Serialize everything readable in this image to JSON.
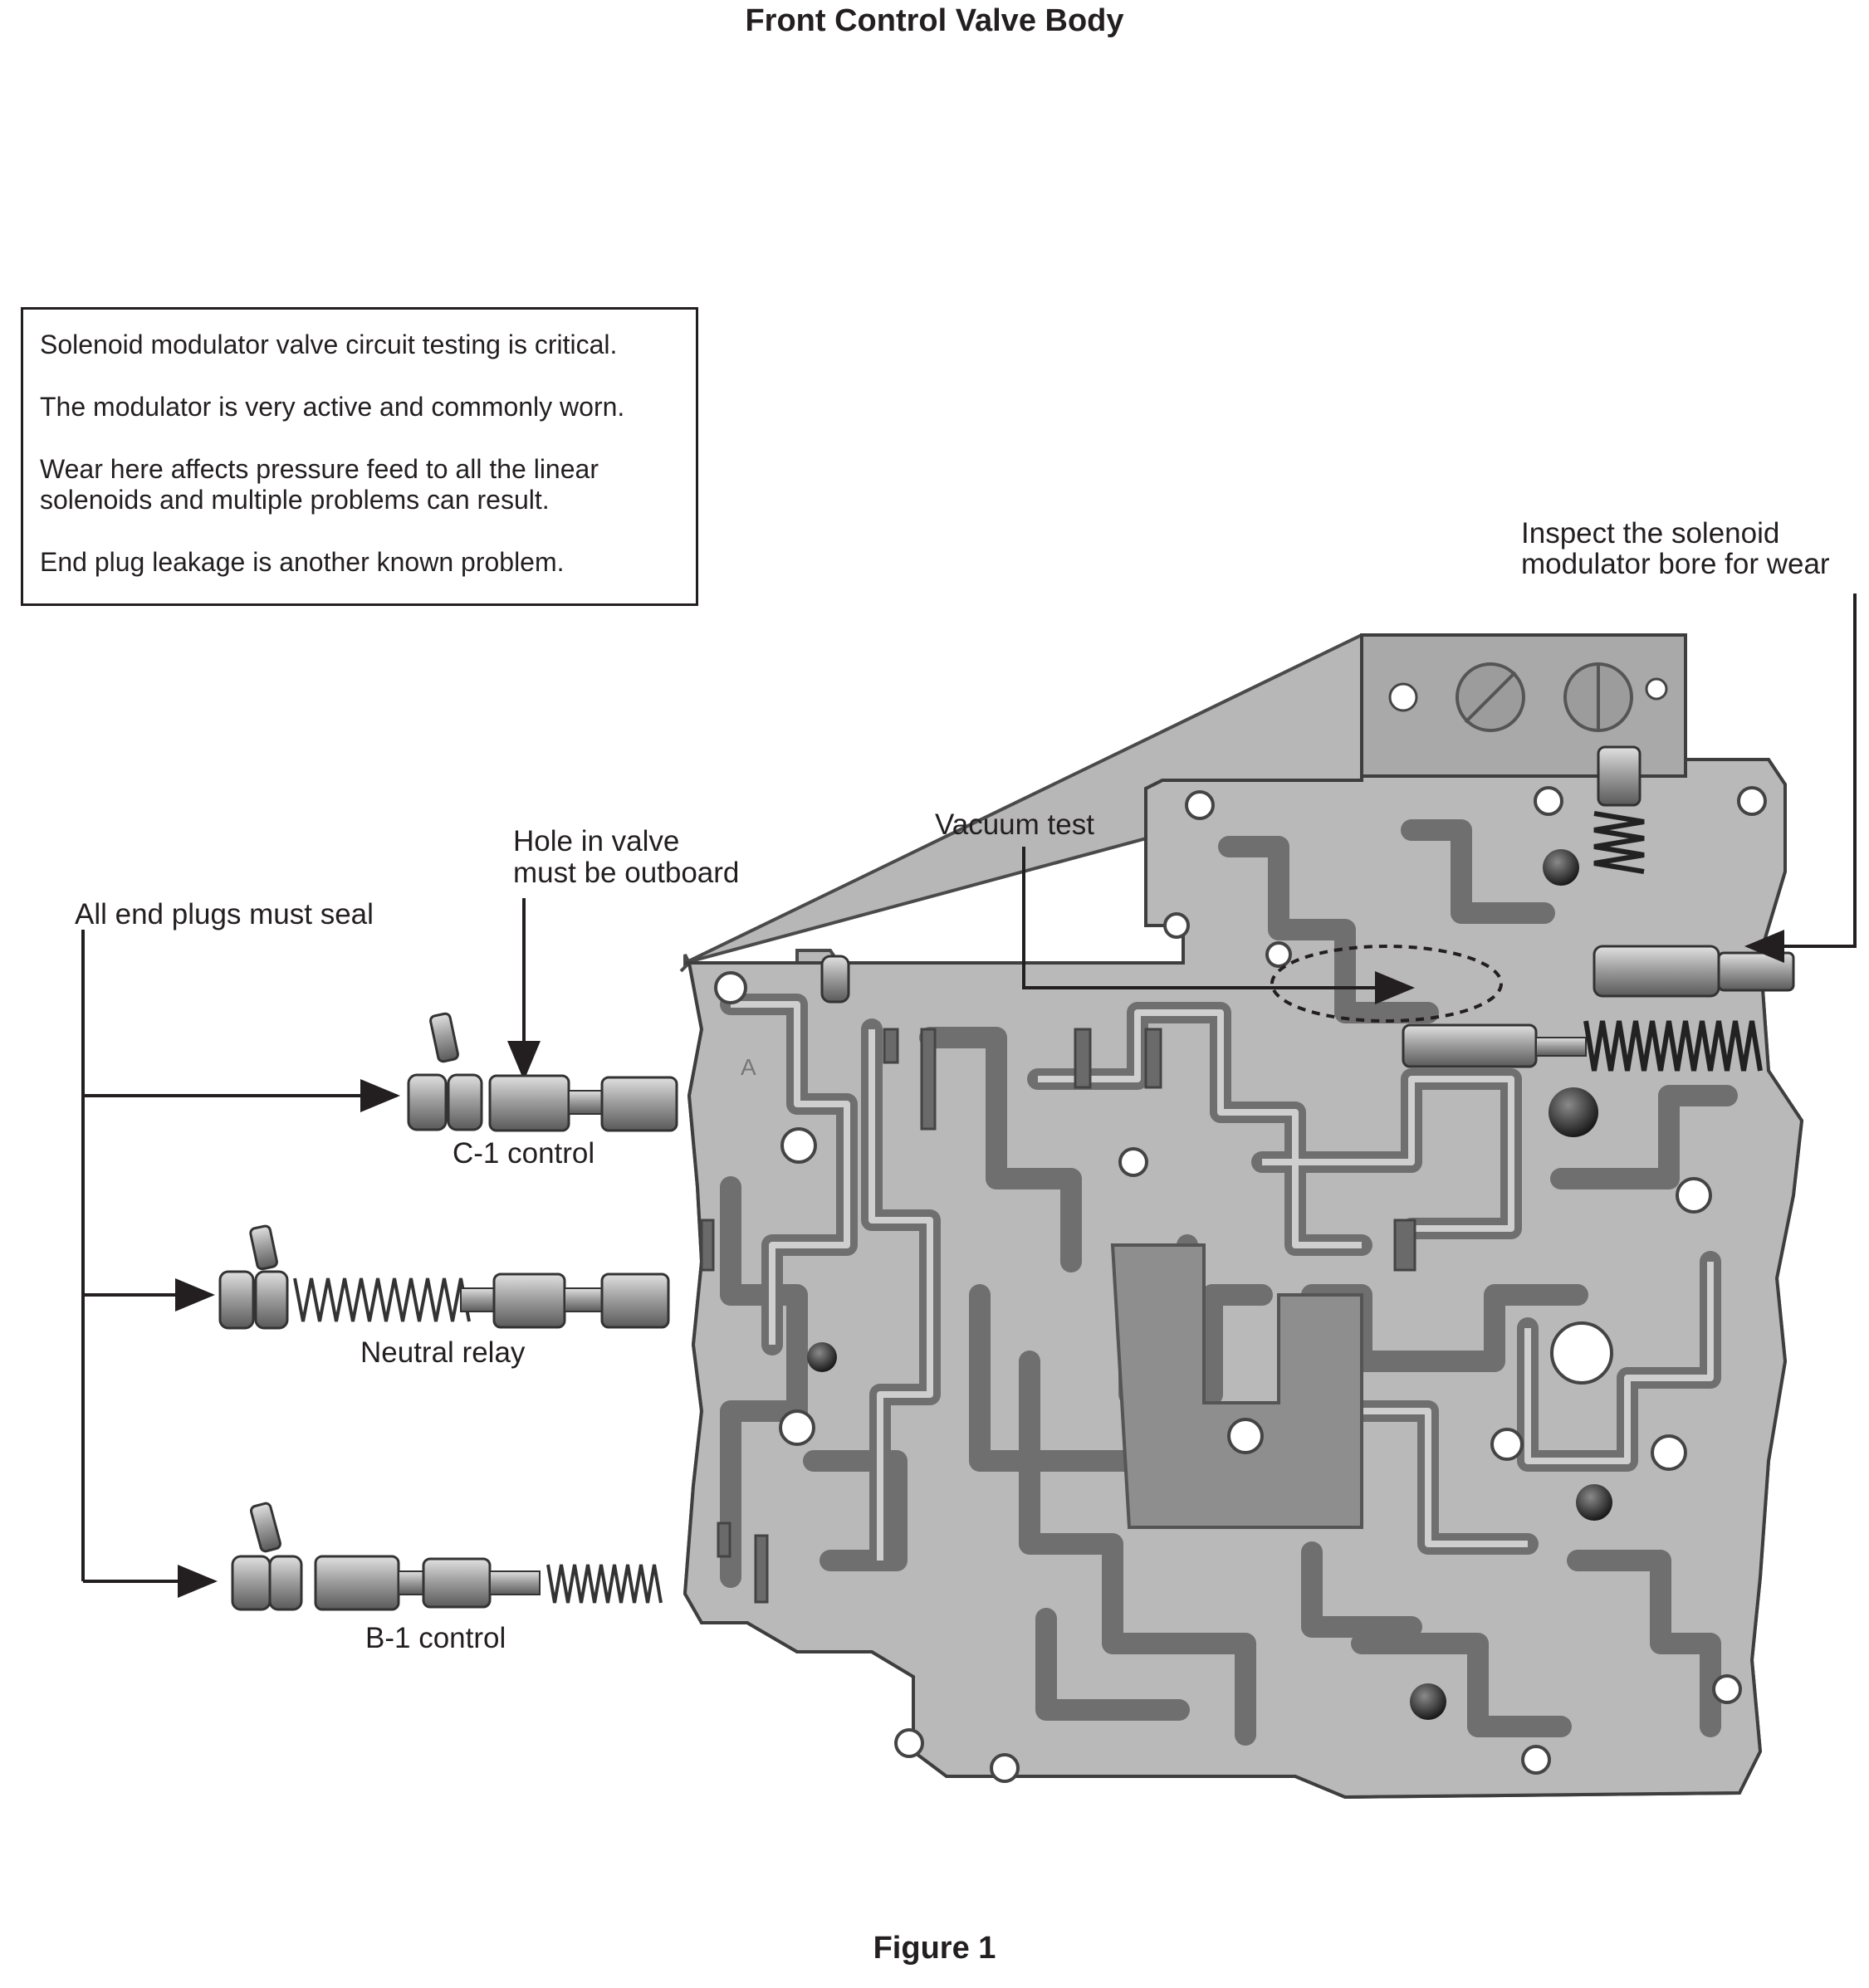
{
  "title": "Front Control Valve Body",
  "figure_caption": "Figure 1",
  "note_box": {
    "lines": [
      "Solenoid modulator valve circuit testing is critical.",
      "The modulator is very active and commonly worn.",
      "Wear here affects pressure feed to all the linear solenoids and multiple problems can result.",
      "End plug leakage is another known problem."
    ]
  },
  "labels": {
    "inspect_line1": "Inspect the solenoid",
    "inspect_line2": "modulator bore for wear",
    "vacuum_test": "Vacuum test",
    "hole_line1": "Hole in valve",
    "hole_line2": "must be outboard",
    "end_plugs": "All end plugs must seal",
    "c1": "C-1 control",
    "neutral_relay": "Neutral relay",
    "b1": "B-1 control"
  },
  "colors": {
    "ink": "#231f20",
    "casting_light": "#bdbdbd",
    "casting_mid": "#9a9a9a",
    "casting_dark": "#5e5e5e",
    "metal": "#a8a8a8"
  }
}
